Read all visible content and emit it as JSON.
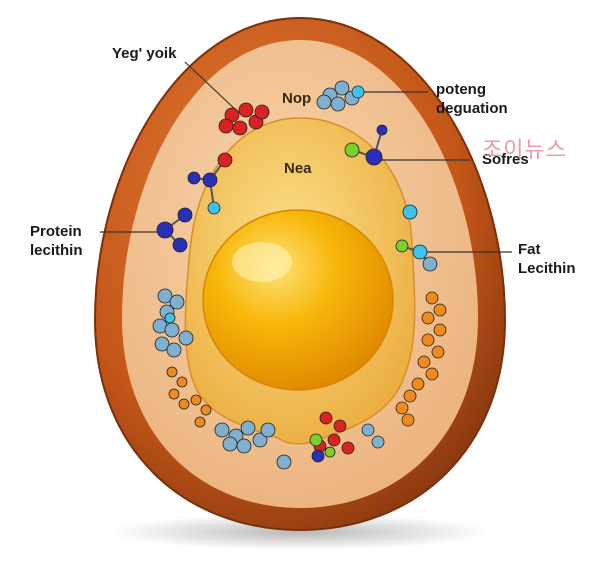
{
  "labels": {
    "yolk_label": "Yeg' yoik",
    "nop_label": "Nop",
    "poteng_label": "poteng\ndeguation",
    "nea_label": "Nea",
    "sofres_label": "Sofres",
    "protein_label": "Protein\nlecithin",
    "fat_label": "Fat\nLecithin"
  },
  "watermark": "조이뉴스",
  "colors": {
    "shell": "#c75a1e",
    "shell_dark": "#9a3f12",
    "albumen": "#f3c38f",
    "inner_white": "#f6c95a",
    "yolk": "#f5a800",
    "molecule_red": "#d92323",
    "molecule_blue": "#2a2fb8",
    "molecule_cyan": "#3cc4ee",
    "molecule_green": "#7ccf2a",
    "molecule_orange": "#f08a1c",
    "molecule_steel": "#7fb0d0"
  }
}
